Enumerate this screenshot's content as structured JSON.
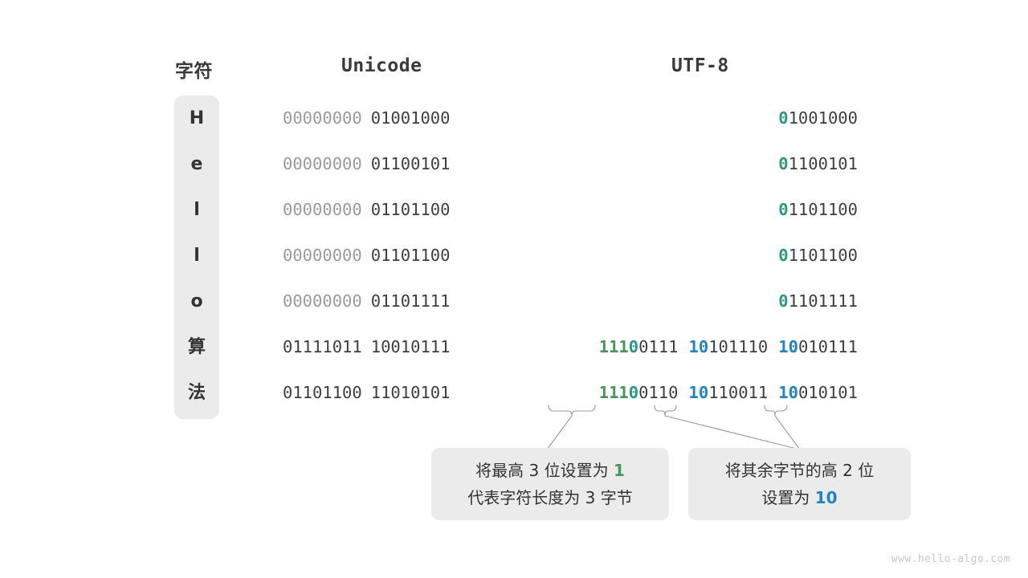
{
  "headers": {
    "char": "字符",
    "unicode": "Unicode",
    "utf8": "UTF-8"
  },
  "colors": {
    "dim_gray": "#9a9a9a",
    "dark_text": "#3f3f3f",
    "teal": "#2e9688",
    "green": "#47955a",
    "blue": "#1f82c4",
    "panel_gray": "#ebebeb",
    "background": "#ffffff",
    "watermark_gray": "#c8c8c8"
  },
  "rows": [
    {
      "char": "H",
      "unicode_high": "00000000",
      "unicode_low": "01001000",
      "utf8_bytes": [
        {
          "prefix": "0",
          "prefix_color": "teal",
          "rest": "1001000"
        }
      ]
    },
    {
      "char": "e",
      "unicode_high": "00000000",
      "unicode_low": "01100101",
      "utf8_bytes": [
        {
          "prefix": "0",
          "prefix_color": "teal",
          "rest": "1100101"
        }
      ]
    },
    {
      "char": "l",
      "unicode_high": "00000000",
      "unicode_low": "01101100",
      "utf8_bytes": [
        {
          "prefix": "0",
          "prefix_color": "teal",
          "rest": "1101100"
        }
      ]
    },
    {
      "char": "l",
      "unicode_high": "00000000",
      "unicode_low": "01101100",
      "utf8_bytes": [
        {
          "prefix": "0",
          "prefix_color": "teal",
          "rest": "1101100"
        }
      ]
    },
    {
      "char": "o",
      "unicode_high": "00000000",
      "unicode_low": "01101111",
      "utf8_bytes": [
        {
          "prefix": "0",
          "prefix_color": "teal",
          "rest": "1101111"
        }
      ]
    },
    {
      "char": "算",
      "unicode_high": "01111011",
      "unicode_low": "10010111",
      "utf8_bytes": [
        {
          "prefix": "111",
          "prefix_color": "green",
          "prefix2": "0",
          "prefix2_color": "teal",
          "rest": "0111"
        },
        {
          "prefix": "10",
          "prefix_color": "blue",
          "rest": "101110"
        },
        {
          "prefix": "10",
          "prefix_color": "blue",
          "rest": "010111"
        }
      ]
    },
    {
      "char": "法",
      "unicode_high": "01101100",
      "unicode_low": "11010101",
      "utf8_bytes": [
        {
          "prefix": "111",
          "prefix_color": "green",
          "prefix2": "0",
          "prefix2_color": "teal",
          "rest": "0110"
        },
        {
          "prefix": "10",
          "prefix_color": "blue",
          "rest": "110011"
        },
        {
          "prefix": "10",
          "prefix_color": "blue",
          "rest": "010101"
        }
      ]
    }
  ],
  "callouts": {
    "left": {
      "line1_a": "将最高 3 位设置为 ",
      "line1_hl": "1",
      "line2": "代表字符长度为 3 字节"
    },
    "right": {
      "line1": "将其余字节的高 2 位",
      "line2_a": "设置为 ",
      "line2_hl": "10"
    }
  },
  "watermark": "www.hello-algo.com"
}
